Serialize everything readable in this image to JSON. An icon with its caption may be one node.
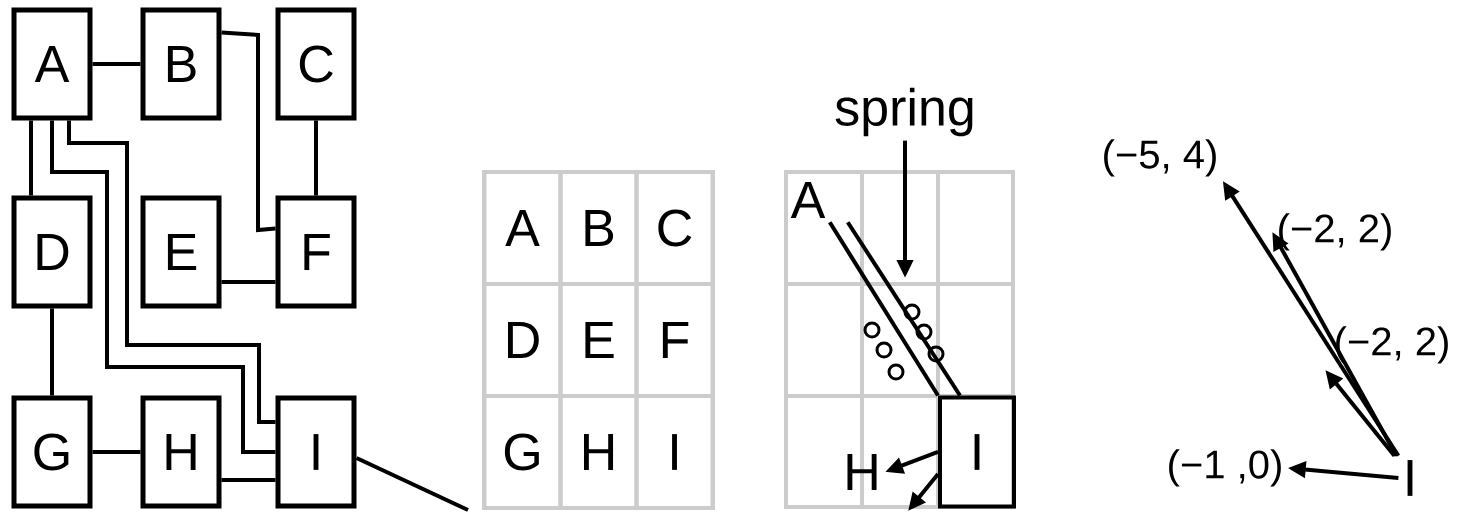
{
  "diagram": {
    "nodes": [
      {
        "text": [
          "A"
        ]
      },
      {
        "text": [
          "B"
        ]
      },
      {
        "text": [
          "C"
        ]
      },
      {
        "text": [
          "D"
        ]
      },
      {
        "text": [
          "E"
        ]
      },
      {
        "text": [
          "F"
        ]
      },
      {
        "text": [
          "G"
        ]
      },
      {
        "text": [
          "H"
        ]
      },
      {
        "text": [
          "I"
        ]
      },
      {
        "text": [],
        "shape": "box"
      },
      {
        "text": [
          "A"
        ],
        "in": 9
      },
      {
        "text": [
          "B"
        ],
        "in": 9
      },
      {
        "text": [
          "C"
        ],
        "in": 9
      },
      {
        "text": [
          "D"
        ],
        "in": 9
      },
      {
        "text": [
          "E"
        ],
        "in": 9
      },
      {
        "text": [
          "F"
        ],
        "in": 9
      },
      {
        "text": [
          "G"
        ],
        "in": 9
      },
      {
        "text": [
          "H"
        ],
        "in": 9
      },
      {
        "text": [
          "I"
        ],
        "in": 9
      },
      {
        "text": [
          "spring"
        ]
      },
      {
        "text": [
          "A"
        ]
      },
      {
        "text": [
          "H"
        ]
      },
      {
        "text": [
          "I"
        ]
      },
      {
        "text": [
          "(−5, 4)"
        ]
      },
      {
        "text": [
          "(−2, 2)"
        ]
      },
      {
        "text": [
          "(−2, 2)"
        ]
      },
      {
        "text": [
          "(−1 ,0)"
        ]
      },
      {
        "text": [
          "I"
        ]
      }
    ],
    "edges": [
      {
        "from": 0,
        "to": 1,
        "arrow": "none"
      },
      {
        "from": 1,
        "to": 5,
        "arrow": "none"
      },
      {
        "from": 2,
        "to": 5,
        "arrow": "none"
      },
      {
        "from": 0,
        "to": 3,
        "arrow": "none"
      },
      {
        "from": 0,
        "to": 8,
        "arrow": "none"
      },
      {
        "from": 0,
        "to": 8,
        "arrow": "none"
      },
      {
        "from": 4,
        "to": 5,
        "arrow": "none"
      },
      {
        "from": 3,
        "to": 6,
        "arrow": "none"
      },
      {
        "from": 6,
        "to": 7,
        "arrow": "none"
      },
      {
        "from": 7,
        "to": 8,
        "arrow": "none"
      },
      {
        "from": 8,
        "to": 9,
        "arrow": "none"
      },
      {
        "from": 19,
        "to": null,
        "arrow": "to"
      },
      {
        "from": 20,
        "to": 22,
        "arrow": "none"
      },
      {
        "from": 20,
        "to": 22,
        "arrow": "none"
      },
      {
        "from": 22,
        "to": 21,
        "arrow": "to"
      },
      {
        "from": 22,
        "to": null,
        "arrow": "to"
      },
      {
        "from": 27,
        "to": 23,
        "arrow": "to"
      },
      {
        "from": 27,
        "to": 24,
        "arrow": "to"
      },
      {
        "from": 27,
        "to": 25,
        "arrow": "to"
      },
      {
        "from": 27,
        "to": 26,
        "arrow": "to"
      }
    ]
  }
}
